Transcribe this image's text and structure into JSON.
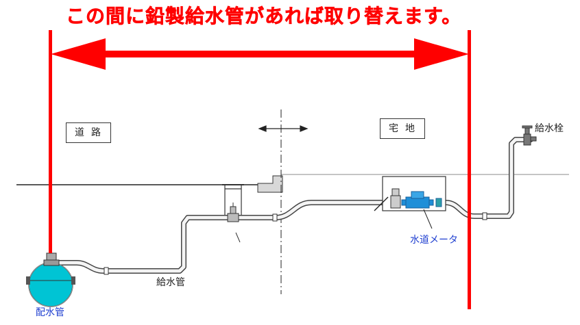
{
  "headline": "この間に鉛製給水管があれば取り替えます。",
  "labels": {
    "road": "道路",
    "residence": "宅地",
    "supply_pipe": "給水管",
    "faucet": "給水栓",
    "water_meter": "水道メータ",
    "distribution_main": "配水管"
  },
  "colors": {
    "highlight": "#ff0000",
    "meter": "#1f8fd8",
    "main_pipe": "#00c4d4",
    "meter_label": "#1f3fd0"
  }
}
